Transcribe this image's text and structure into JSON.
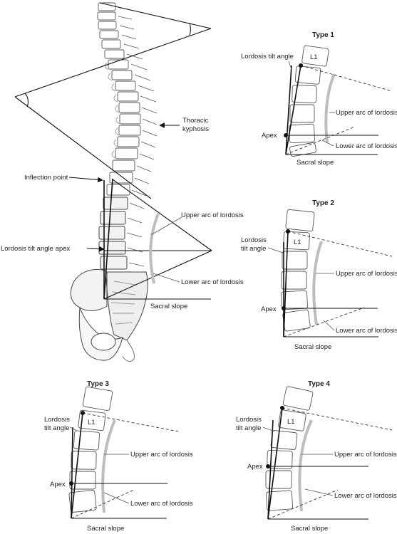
{
  "main": {
    "thoracic_kyphosis": [
      "Thoracic",
      "kyphosis"
    ],
    "inflection_point": "Inflection point",
    "apex_label": "Lordosis tilt angle apex",
    "upper_arc": "Upper arc  of lordosis",
    "lower_arc": "Lower arc of lordosis",
    "sacral_slope": "Sacral slope"
  },
  "type1": {
    "title": "Type 1",
    "tilt_angle": "Lordosis tilt angle",
    "l1": "L1",
    "apex": "Apex",
    "upper_arc": "Upper arc of lordosis",
    "lower_arc": "Lower arc of lordosis",
    "sacral_slope": "Sacral slope"
  },
  "type2": {
    "title": "Type 2",
    "tilt_angle": [
      "Lordosis",
      "tilt angle"
    ],
    "l1": "L1",
    "apex": "Apex",
    "upper_arc": "Upper arc of lordosis",
    "lower_arc": "Lower arc of lordosis",
    "sacral_slope": "Sacral slope"
  },
  "type3": {
    "title": "Type 3",
    "tilt_angle": [
      "Lordosis",
      "tilt angle"
    ],
    "l1": "L1",
    "apex": "Apex",
    "upper_arc": "Upper arc of lordosis",
    "lower_arc": "Lower arc of lordosis",
    "sacral_slope": "Sacral slope"
  },
  "type4": {
    "title": "Type 4",
    "tilt_angle": [
      "Lordosis",
      "tilt angle"
    ],
    "l1": "L1",
    "apex": "Apex",
    "upper_arc": "Upper arc of lordosis",
    "lower_arc": "Lower arc of lordosis",
    "sacral_slope": "Sacral slope"
  }
}
